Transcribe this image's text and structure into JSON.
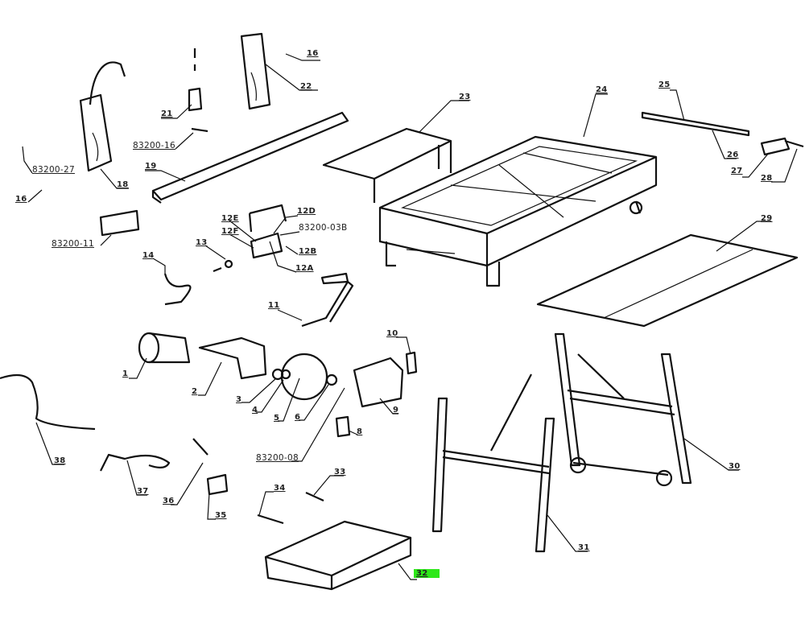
{
  "diagram": {
    "type": "exploded-parts-diagram",
    "highlight_color": "#2ee81a",
    "labels": [
      {
        "id": "16a",
        "text": "16"
      },
      {
        "id": "22",
        "text": "22"
      },
      {
        "id": "21",
        "text": "21"
      },
      {
        "id": "83200-16",
        "text": "83200-16"
      },
      {
        "id": "19",
        "text": "19"
      },
      {
        "id": "18",
        "text": "18"
      },
      {
        "id": "83200-27",
        "text": "83200-27"
      },
      {
        "id": "16b",
        "text": "16"
      },
      {
        "id": "83200-11",
        "text": "83200-11"
      },
      {
        "id": "12E",
        "text": "12E"
      },
      {
        "id": "12F",
        "text": "12F"
      },
      {
        "id": "12D",
        "text": "12D"
      },
      {
        "id": "83200-03B",
        "text": "83200-03B"
      },
      {
        "id": "12B",
        "text": "12B"
      },
      {
        "id": "12A",
        "text": "12A"
      },
      {
        "id": "13",
        "text": "13"
      },
      {
        "id": "14",
        "text": "14"
      },
      {
        "id": "11",
        "text": "11"
      },
      {
        "id": "23",
        "text": "23"
      },
      {
        "id": "24",
        "text": "24"
      },
      {
        "id": "25",
        "text": "25"
      },
      {
        "id": "26",
        "text": "26"
      },
      {
        "id": "27",
        "text": "27"
      },
      {
        "id": "28",
        "text": "28"
      },
      {
        "id": "29",
        "text": "29"
      },
      {
        "id": "1",
        "text": "1"
      },
      {
        "id": "2",
        "text": "2"
      },
      {
        "id": "3",
        "text": "3"
      },
      {
        "id": "4",
        "text": "4"
      },
      {
        "id": "5",
        "text": "5"
      },
      {
        "id": "6",
        "text": "6"
      },
      {
        "id": "10",
        "text": "10"
      },
      {
        "id": "9",
        "text": "9"
      },
      {
        "id": "8",
        "text": "8"
      },
      {
        "id": "83200-08",
        "text": "83200-08"
      },
      {
        "id": "38",
        "text": "38"
      },
      {
        "id": "37",
        "text": "37"
      },
      {
        "id": "36",
        "text": "36"
      },
      {
        "id": "35",
        "text": "35"
      },
      {
        "id": "34",
        "text": "34"
      },
      {
        "id": "33",
        "text": "33"
      },
      {
        "id": "32",
        "text": "32",
        "highlighted": true
      },
      {
        "id": "31",
        "text": "31"
      },
      {
        "id": "30",
        "text": "30"
      }
    ]
  }
}
